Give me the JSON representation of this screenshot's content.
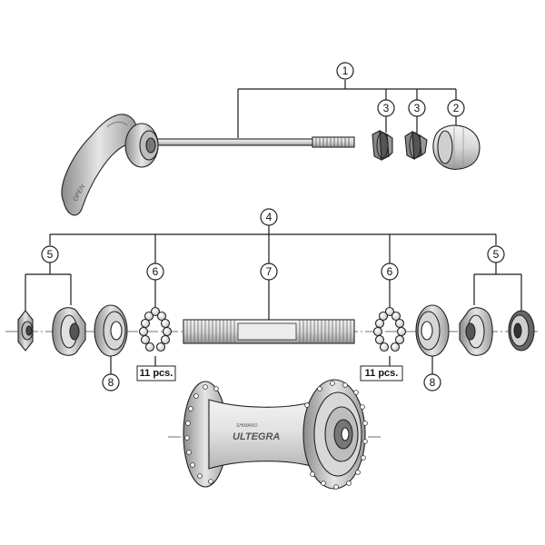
{
  "diagram": {
    "callouts": {
      "c1": "1",
      "c2": "2",
      "c3a": "3",
      "c3b": "3",
      "c4": "4",
      "c5a": "5",
      "c5b": "5",
      "c6a": "6",
      "c6b": "6",
      "c7": "7",
      "c8a": "8",
      "c8b": "8"
    },
    "ball_count_left": "11 pcs.",
    "ball_count_right": "11 pcs.",
    "lever_text": "OPEN",
    "hub_brand_small": "SHIMANO",
    "hub_brand": "ULTEGRA"
  }
}
